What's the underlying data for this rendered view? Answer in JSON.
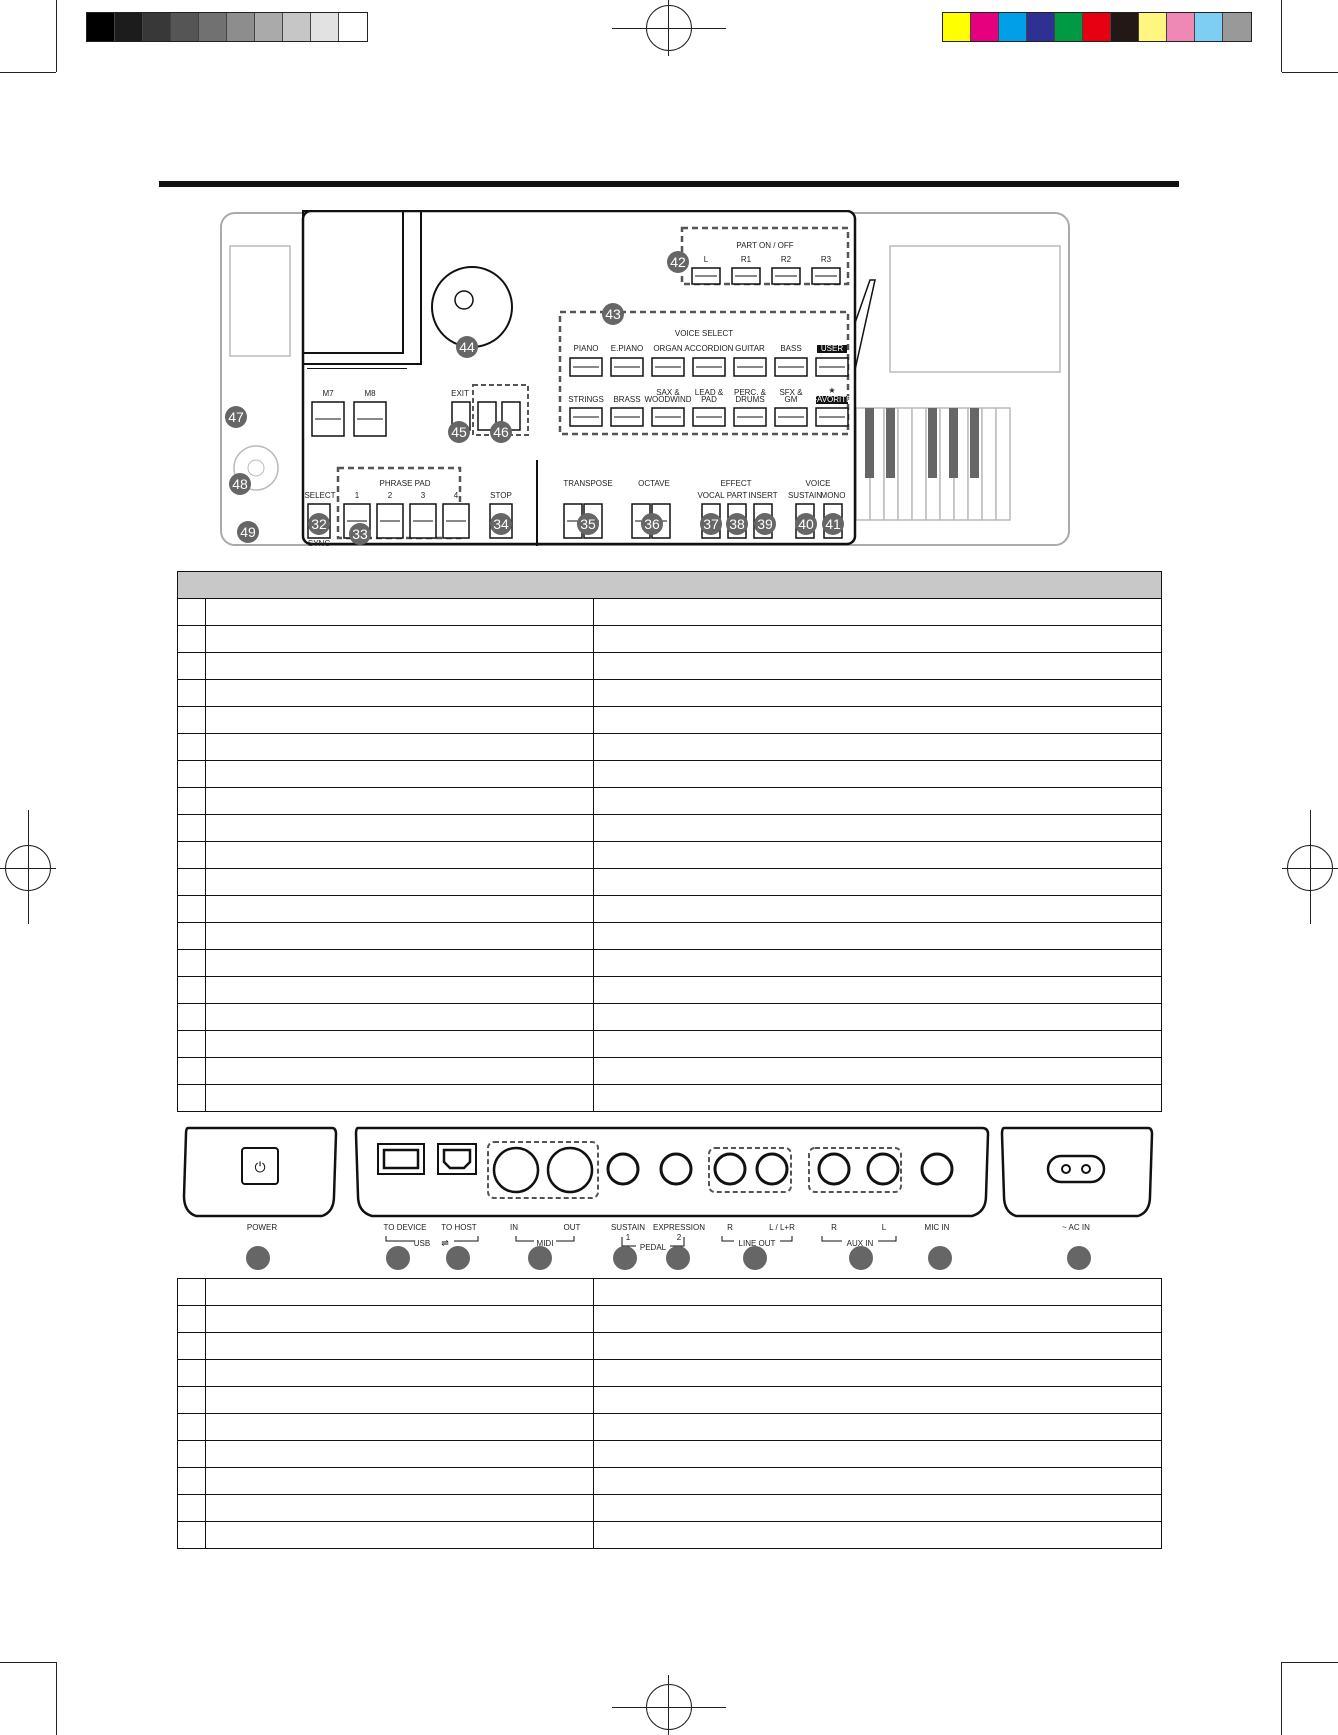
{
  "print_marks": {
    "gray_swatches": [
      "#000000",
      "#1c1c1c",
      "#383838",
      "#555555",
      "#717171",
      "#8d8d8d",
      "#aaaaaa",
      "#c6c6c6",
      "#e2e2e2",
      "#ffffff"
    ],
    "color_swatches": [
      "#ffff00",
      "#e6007e",
      "#00a0e9",
      "#2e3192",
      "#009944",
      "#e60012",
      "#231815",
      "#fff67f",
      "#f088b6",
      "#7ecef4",
      "#999999"
    ]
  },
  "front_panel": {
    "callouts": [
      "32",
      "33",
      "34",
      "35",
      "36",
      "37",
      "38",
      "39",
      "40",
      "41",
      "42",
      "43",
      "44",
      "45",
      "46",
      "47",
      "48",
      "49"
    ],
    "part_on_off": {
      "title": "PART ON / OFF",
      "buttons": [
        "L",
        "R1",
        "R2",
        "R3"
      ]
    },
    "voice_select": {
      "title": "VOICE SELECT",
      "row1": [
        "PIANO",
        "E.PIANO",
        "ORGAN",
        "ACCORDION",
        "GUITAR",
        "BASS",
        "USER"
      ],
      "row2": [
        [
          "STRINGS"
        ],
        [
          "BRASS"
        ],
        [
          "SAX &",
          "WOODWIND"
        ],
        [
          "LEAD &",
          "PAD"
        ],
        [
          "PERC. &",
          "DRUMS"
        ],
        [
          "SFX &",
          "GM"
        ],
        [
          "FAVORITE"
        ]
      ]
    },
    "memory": [
      "M7",
      "M8"
    ],
    "exit_label": "EXIT",
    "phrase_pad": {
      "title": "PHRASE PAD",
      "select": "SELECT",
      "sync": "SYNC",
      "pads": [
        "1",
        "2",
        "3",
        "4"
      ],
      "stop": "STOP"
    },
    "transpose": "TRANSPOSE",
    "octave": "OCTAVE",
    "effect": {
      "title": "EFFECT",
      "buttons": [
        "VOCAL",
        "PART",
        "INSERT"
      ]
    },
    "voice": {
      "title": "VOICE",
      "buttons": [
        "SUSTAIN",
        "MONO"
      ]
    }
  },
  "table_top": {
    "header": "",
    "row_count": 19
  },
  "rear_panel": {
    "power": "POWER",
    "to_device": "TO DEVICE",
    "to_host": "TO HOST",
    "usb": "USB",
    "midi_in": "IN",
    "midi_out": "OUT",
    "midi": "MIDI",
    "sustain": "SUSTAIN",
    "sustain_num": "1",
    "expression": "EXPRESSION",
    "expression_num": "2",
    "pedal": "PEDAL",
    "line_r": "R",
    "line_l": "L / L+R",
    "line_out": "LINE OUT",
    "aux_r": "R",
    "aux_l": "L",
    "aux_in": "AUX IN",
    "mic_in": "MIC IN",
    "ac_in": "~ AC IN"
  },
  "table_bottom": {
    "row_count": 10
  }
}
